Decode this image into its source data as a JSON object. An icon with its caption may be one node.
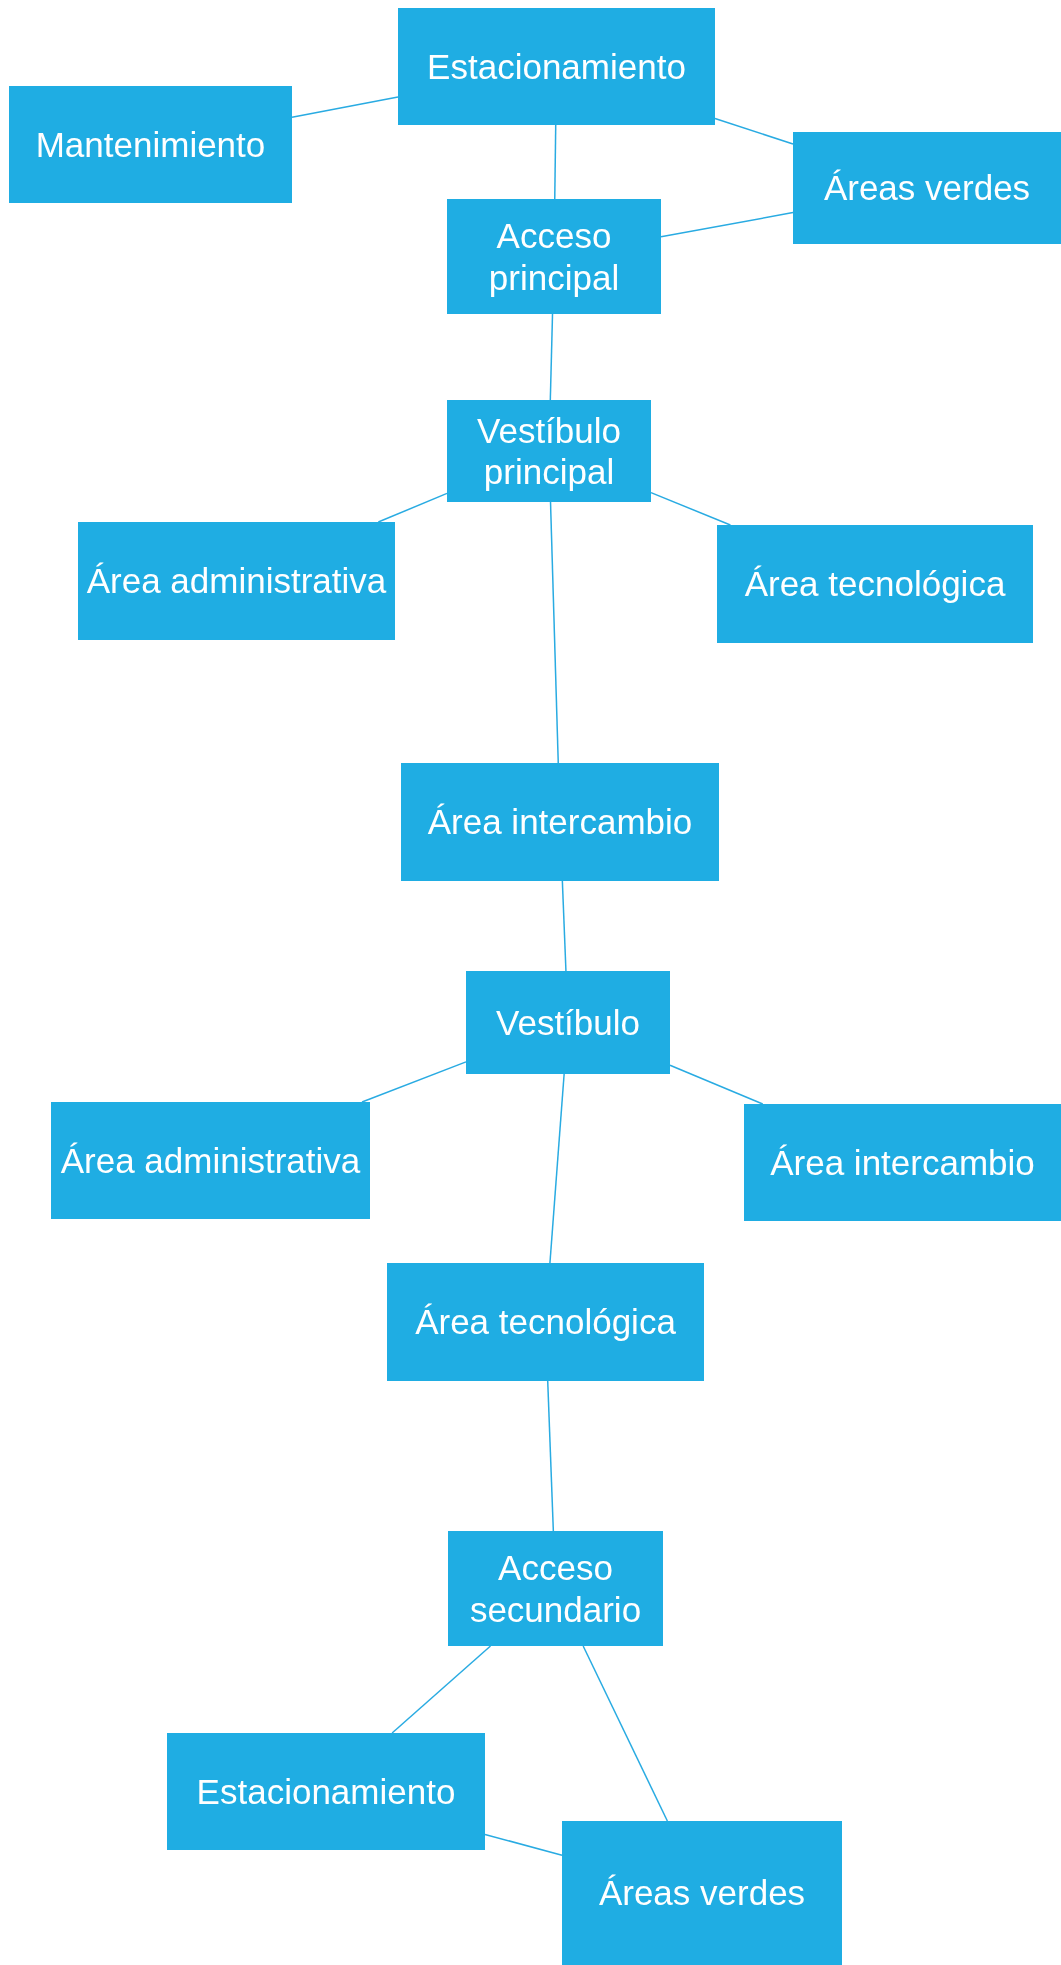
{
  "diagram": {
    "nodes": [
      {
        "text": [
          "Estacionamiento"
        ]
      },
      {
        "text": [
          "Mantenimiento"
        ]
      },
      {
        "text": [
          "Áreas verdes"
        ]
      },
      {
        "text": [
          "Acceso principal"
        ]
      },
      {
        "text": [
          "Vestíbulo principal"
        ]
      },
      {
        "text": [
          "Área administrativa"
        ]
      },
      {
        "text": [
          "Área tecnológica"
        ]
      },
      {
        "text": [
          "Área intercambio"
        ]
      },
      {
        "text": [
          "Vestíbulo"
        ]
      },
      {
        "text": [
          "Área administrativa"
        ]
      },
      {
        "text": [
          "Área intercambio"
        ]
      },
      {
        "text": [
          "Área tecnológica"
        ]
      },
      {
        "text": [
          "Acceso secundario"
        ]
      },
      {
        "text": [
          "Estacionamiento"
        ]
      },
      {
        "text": [
          "Áreas verdes"
        ]
      }
    ],
    "edges": [
      {
        "from": 1,
        "to": 0,
        "arrow": "none"
      },
      {
        "from": 0,
        "to": 3,
        "arrow": "none"
      },
      {
        "from": 0,
        "to": 2,
        "arrow": "none"
      },
      {
        "from": 3,
        "to": 2,
        "arrow": "none"
      },
      {
        "from": 3,
        "to": 4,
        "arrow": "none"
      },
      {
        "from": 4,
        "to": 5,
        "arrow": "none"
      },
      {
        "from": 4,
        "to": 6,
        "arrow": "none"
      },
      {
        "from": 4,
        "to": 7,
        "arrow": "none"
      },
      {
        "from": 7,
        "to": 8,
        "arrow": "none"
      },
      {
        "from": 8,
        "to": 9,
        "arrow": "none"
      },
      {
        "from": 8,
        "to": 10,
        "arrow": "none"
      },
      {
        "from": 8,
        "to": 11,
        "arrow": "none"
      },
      {
        "from": 11,
        "to": 12,
        "arrow": "none"
      },
      {
        "from": 12,
        "to": 13,
        "arrow": "none"
      },
      {
        "from": 12,
        "to": 14,
        "arrow": "none"
      },
      {
        "from": 13,
        "to": 14,
        "arrow": "none"
      }
    ]
  }
}
